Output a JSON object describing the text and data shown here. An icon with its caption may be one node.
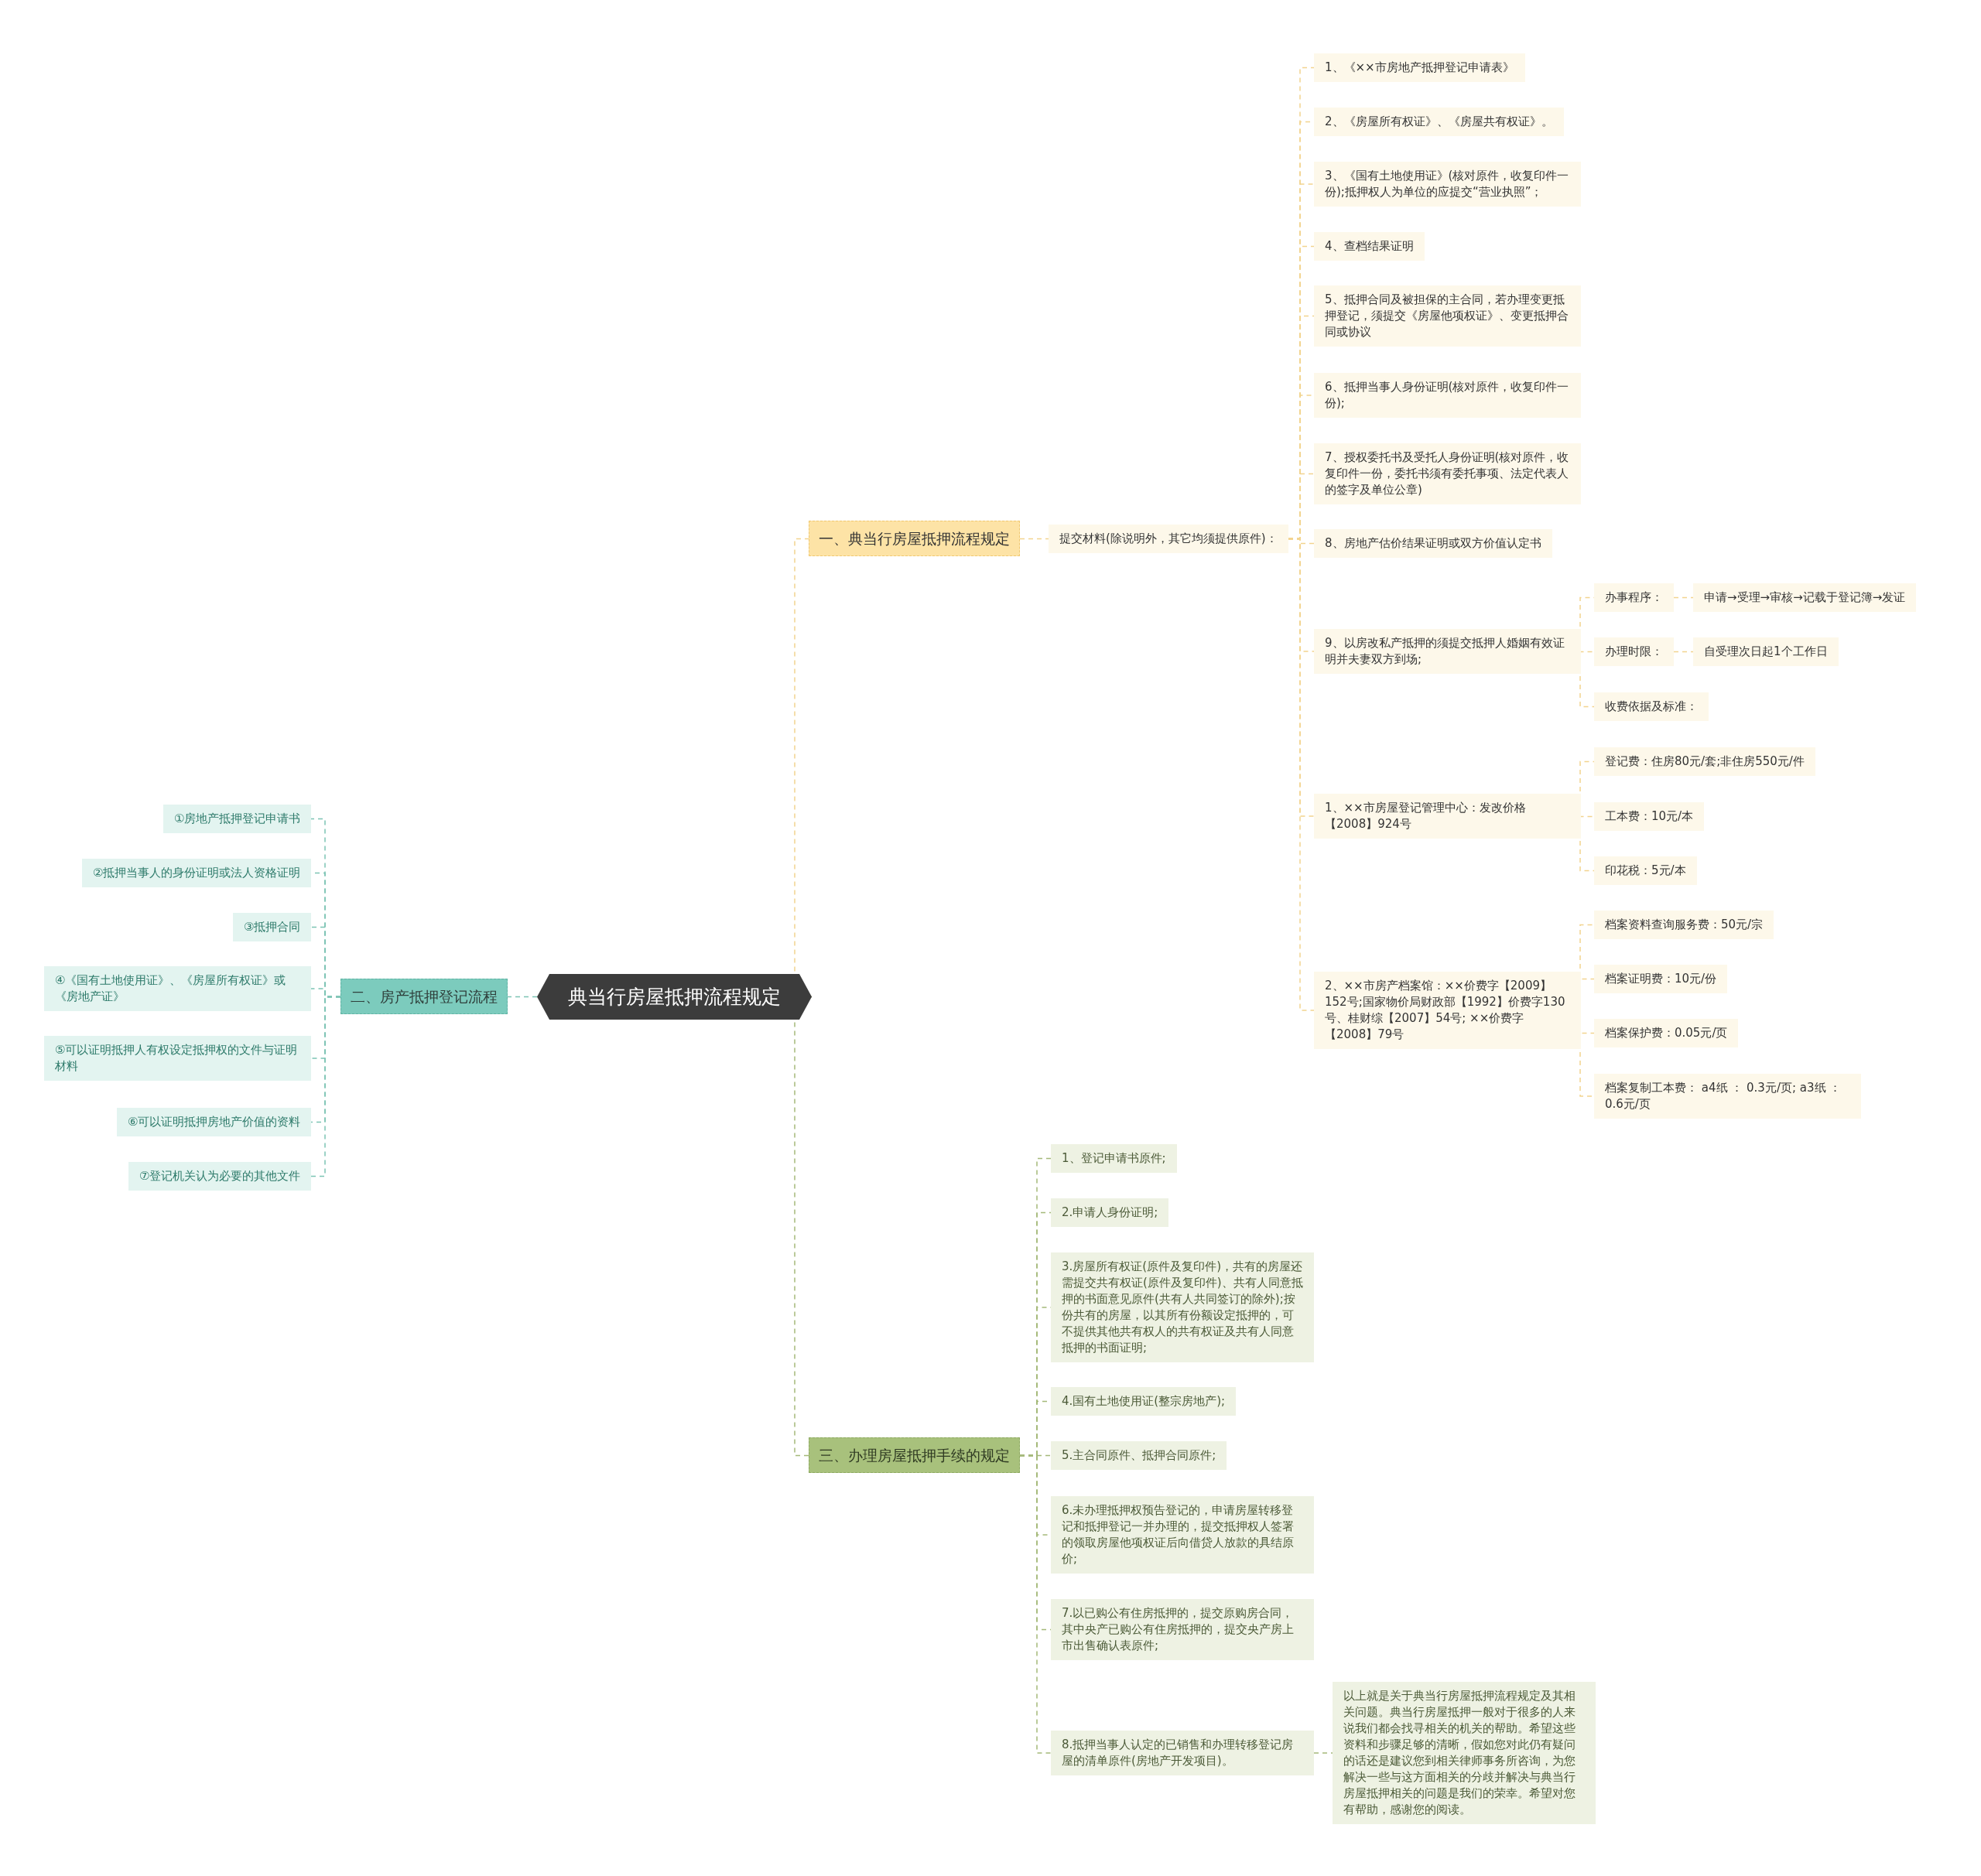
{
  "diagram": {
    "nodes": [
      {
        "text": [
          "典当行房屋抵押流程规定"
        ]
      },
      {
        "text": [
          "一、典当行房屋抵押流程规定"
        ]
      },
      {
        "text": [
          "提交材料(除说明外，其它均须提供原件)："
        ]
      },
      {
        "text": [
          "1、《××市房地产抵押登记申请表》"
        ]
      },
      {
        "text": [
          "2、《房屋所有权证》、《房屋共有权证》。"
        ]
      },
      {
        "text": [
          "3、《国有土地使用证》(核对原件，收复印件一份);抵押权人为单位的应提交“营业执照”；"
        ]
      },
      {
        "text": [
          "4、查档结果证明"
        ]
      },
      {
        "text": [
          "5、抵押合同及被担保的主合同，若办理变更抵押登记，须提交《房屋他项权证》、变更抵押合同或协议"
        ]
      },
      {
        "text": [
          "6、抵押当事人身份证明(核对原件，收复印件一份);"
        ]
      },
      {
        "text": [
          "7、授权委托书及受托人身份证明(核对原件，收复印件一份，委托书须有委托事项、法定代表人的签字及单位公章)"
        ]
      },
      {
        "text": [
          "8、房地产估价结果证明或双方价值认定书"
        ]
      },
      {
        "text": [
          "9、以房改私产抵押的须提交抵押人婚姻有效证明并夫妻双方到场;"
        ]
      },
      {
        "text": [
          "办事程序："
        ]
      },
      {
        "text": [
          "申请→受理→审核→记载于登记簿→发证"
        ]
      },
      {
        "text": [
          "办理时限："
        ]
      },
      {
        "text": [
          "自受理次日起1个工作日"
        ]
      },
      {
        "text": [
          "收费依据及标准："
        ]
      },
      {
        "text": [
          "1、××市房屋登记管理中心：发改价格【2008】924号"
        ]
      },
      {
        "text": [
          "登记费：住房80元/套;非住房550元/件"
        ]
      },
      {
        "text": [
          "工本费：10元/本"
        ]
      },
      {
        "text": [
          "印花税：5元/本"
        ]
      },
      {
        "text": [
          "2、××市房产档案馆：××价费字【2009】152号;国家物价局财政部【1992】价费字130号、桂财综【2007】54号; ××价费字【2008】79号"
        ]
      },
      {
        "text": [
          "档案资料查询服务费：50元/宗"
        ]
      },
      {
        "text": [
          "档案证明费：10元/份"
        ]
      },
      {
        "text": [
          "档案保护费：0.05元/页"
        ]
      },
      {
        "text": [
          "档案复制工本费： a4纸 ： 0.3元/页; a3纸 ：0.6元/页"
        ]
      },
      {
        "text": [
          "二、房产抵押登记流程"
        ]
      },
      {
        "text": [
          "①房地产抵押登记申请书"
        ]
      },
      {
        "text": [
          "②抵押当事人的身份证明或法人资格证明"
        ]
      },
      {
        "text": [
          "③抵押合同"
        ]
      },
      {
        "text": [
          "④《国有土地使用证》、《房屋所有权证》或《房地产证》"
        ]
      },
      {
        "text": [
          "⑤可以证明抵押人有权设定抵押权的文件与证明材料"
        ]
      },
      {
        "text": [
          "⑥可以证明抵押房地产价值的资料"
        ]
      },
      {
        "text": [
          "⑦登记机关认为必要的其他文件"
        ]
      },
      {
        "text": [
          "三、办理房屋抵押手续的规定"
        ]
      },
      {
        "text": [
          "1、登记申请书原件;"
        ]
      },
      {
        "text": [
          "2.申请人身份证明;"
        ]
      },
      {
        "text": [
          "3.房屋所有权证(原件及复印件)，共有的房屋还需提交共有权证(原件及复印件)、共有人同意抵押的书面意见原件(共有人共同签订的除外);按份共有的房屋，以其所有份额设定抵押的，可不提供其他共有权人的共有权证及共有人同意抵押的书面证明;"
        ]
      },
      {
        "text": [
          "4.国有土地使用证(整宗房地产);"
        ]
      },
      {
        "text": [
          "5.主合同原件、抵押合同原件;"
        ]
      },
      {
        "text": [
          "6.未办理抵押权预告登记的，申请房屋转移登记和抵押登记一并办理的，提交抵押权人签署的领取房屋他项权证后向借贷人放款的具结原价;"
        ]
      },
      {
        "text": [
          "7.以已购公有住房抵押的，提交原购房合同，其中央产已购公有住房抵押的，提交央产房上市出售确认表原件;"
        ]
      },
      {
        "text": [
          "8.抵押当事人认定的已销售和办理转移登记房屋的清单原件(房地产开发项目)。"
        ]
      },
      {
        "text": [
          "以上就是关于典当行房屋抵押流程规定及其相关问题。典当行房屋抵押一般对于很多的人来说我们都会找寻相关的机关的帮助。希望这些资料和步骤足够的清晰，假如您对此仍有疑问的话还是建议您到相关律师事务所咨询，为您解决一些与这方面相关的分歧并解决与典当行房屋抵押相关的问题是我们的荣幸。希望对您有帮助，感谢您的阅读。"
        ]
      }
    ],
    "edges": [
      {
        "from": 0,
        "to": 1,
        "arrow": "none"
      },
      {
        "from": 1,
        "to": 2,
        "arrow": "none"
      },
      {
        "from": 2,
        "to": 3,
        "arrow": "none"
      },
      {
        "from": 2,
        "to": 4,
        "arrow": "none"
      },
      {
        "from": 2,
        "to": 5,
        "arrow": "none"
      },
      {
        "from": 2,
        "to": 6,
        "arrow": "none"
      },
      {
        "from": 2,
        "to": 7,
        "arrow": "none"
      },
      {
        "from": 2,
        "to": 8,
        "arrow": "none"
      },
      {
        "from": 2,
        "to": 9,
        "arrow": "none"
      },
      {
        "from": 2,
        "to": 10,
        "arrow": "none"
      },
      {
        "from": 2,
        "to": 11,
        "arrow": "none"
      },
      {
        "from": 11,
        "to": 12,
        "arrow": "none"
      },
      {
        "from": 12,
        "to": 13,
        "arrow": "none"
      },
      {
        "from": 11,
        "to": 14,
        "arrow": "none"
      },
      {
        "from": 14,
        "to": 15,
        "arrow": "none"
      },
      {
        "from": 11,
        "to": 16,
        "arrow": "none"
      },
      {
        "from": 2,
        "to": 17,
        "arrow": "none"
      },
      {
        "from": 17,
        "to": 18,
        "arrow": "none"
      },
      {
        "from": 17,
        "to": 19,
        "arrow": "none"
      },
      {
        "from": 17,
        "to": 20,
        "arrow": "none"
      },
      {
        "from": 2,
        "to": 21,
        "arrow": "none"
      },
      {
        "from": 21,
        "to": 22,
        "arrow": "none"
      },
      {
        "from": 21,
        "to": 23,
        "arrow": "none"
      },
      {
        "from": 21,
        "to": 24,
        "arrow": "none"
      },
      {
        "from": 21,
        "to": 25,
        "arrow": "none"
      },
      {
        "from": 0,
        "to": 26,
        "arrow": "none",
        "color": "#7cc4b4"
      },
      {
        "from": 26,
        "to": 27,
        "arrow": "none",
        "color": "#7cc4b4"
      },
      {
        "from": 26,
        "to": 28,
        "arrow": "none",
        "color": "#7cc4b4"
      },
      {
        "from": 26,
        "to": 29,
        "arrow": "none",
        "color": "#7cc4b4"
      },
      {
        "from": 26,
        "to": 30,
        "arrow": "none",
        "color": "#7cc4b4"
      },
      {
        "from": 26,
        "to": 31,
        "arrow": "none",
        "color": "#7cc4b4"
      },
      {
        "from": 26,
        "to": 32,
        "arrow": "none",
        "color": "#7cc4b4"
      },
      {
        "from": 26,
        "to": 33,
        "arrow": "none",
        "color": "#7cc4b4"
      },
      {
        "from": 0,
        "to": 34,
        "arrow": "none",
        "color": "#a5b97a"
      },
      {
        "from": 34,
        "to": 35,
        "arrow": "none",
        "color": "#a5b97a"
      },
      {
        "from": 34,
        "to": 36,
        "arrow": "none",
        "color": "#a5b97a"
      },
      {
        "from": 34,
        "to": 37,
        "arrow": "none",
        "color": "#a5b97a"
      },
      {
        "from": 34,
        "to": 38,
        "arrow": "none",
        "color": "#a5b97a"
      },
      {
        "from": 34,
        "to": 39,
        "arrow": "none",
        "color": "#a5b97a"
      },
      {
        "from": 34,
        "to": 40,
        "arrow": "none",
        "color": "#a5b97a"
      },
      {
        "from": 34,
        "to": 41,
        "arrow": "none",
        "color": "#a5b97a"
      },
      {
        "from": 34,
        "to": 42,
        "arrow": "none",
        "color": "#a5b97a"
      },
      {
        "from": 42,
        "to": 43,
        "arrow": "none",
        "color": "#a5b97a"
      }
    ]
  }
}
